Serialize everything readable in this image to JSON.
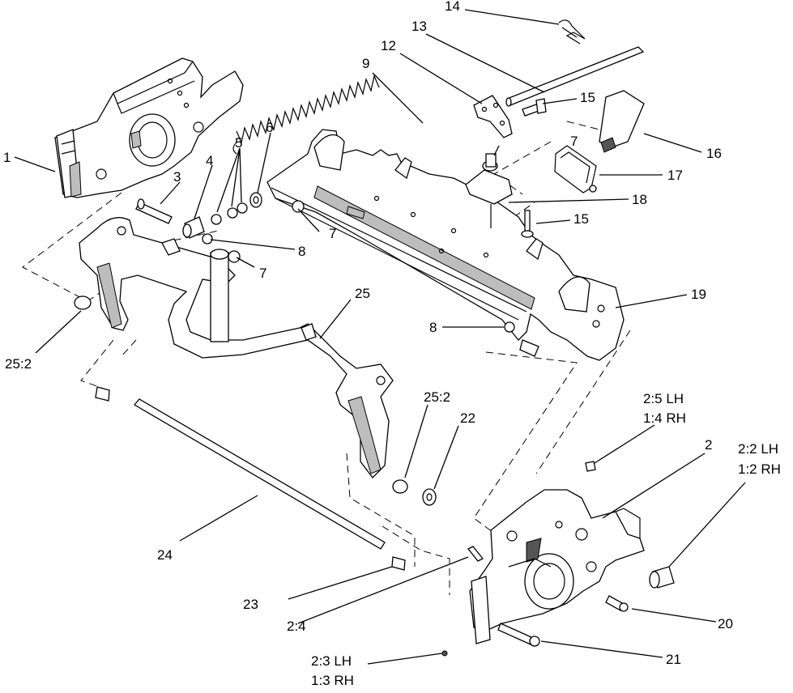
{
  "callouts": {
    "c1": "1",
    "c2": "2",
    "c2_2": "2:2 LH",
    "c1_2": "1:2 RH",
    "c2_3": "2:3 LH",
    "c1_3": "1:3 RH",
    "c2_4": "2:4",
    "c2_5": "2:5 LH",
    "c1_4": "1:4 RH",
    "c3": "3",
    "c4": "4",
    "c5": "5",
    "c6": "6",
    "c7a": "7",
    "c7b": "7",
    "c7c": "7",
    "c8a": "8",
    "c8b": "8",
    "c9": "9",
    "c12": "12",
    "c13": "13",
    "c14": "14",
    "c15a": "15",
    "c15b": "15",
    "c16": "16",
    "c17": "17",
    "c18": "18",
    "c19": "19",
    "c20": "20",
    "c21": "21",
    "c22": "22",
    "c23": "23",
    "c24": "24",
    "c25": "25",
    "c25_2a": "25:2",
    "c25_2b": "25:2"
  }
}
